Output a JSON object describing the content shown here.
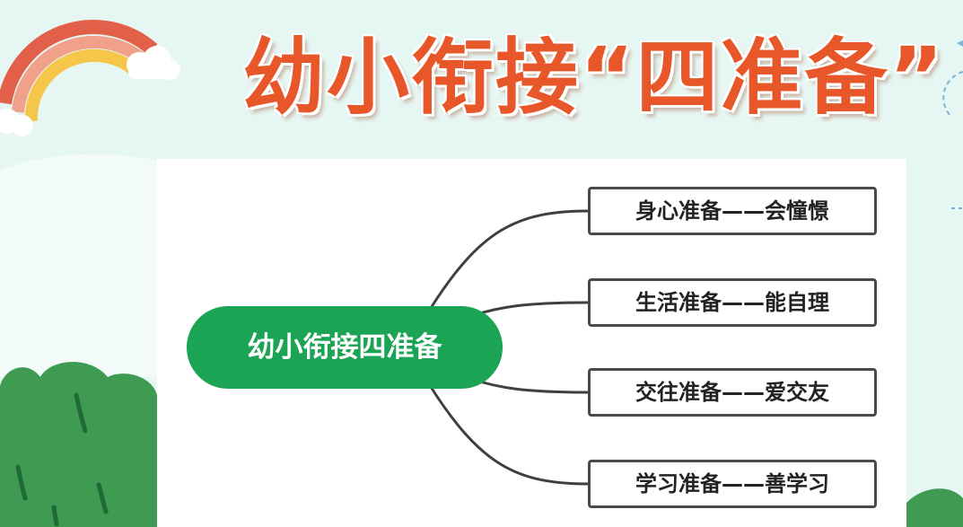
{
  "title": "幼小衔接“四准备”",
  "diagram": {
    "root": "幼小衔接四准备",
    "branches": [
      {
        "label": "身心准备——会憧憬"
      },
      {
        "label": "生活准备——能自理"
      },
      {
        "label": "交往准备——爱交友"
      },
      {
        "label": "学习准备——善学习"
      }
    ]
  },
  "colors": {
    "title": "#e8572a",
    "root_fill": "#1aa454",
    "branch_border": "#4a4a4a",
    "background": "#e6f6f3"
  },
  "decorations": [
    "rainbow",
    "cloud",
    "green-bush",
    "dashed-circle"
  ]
}
